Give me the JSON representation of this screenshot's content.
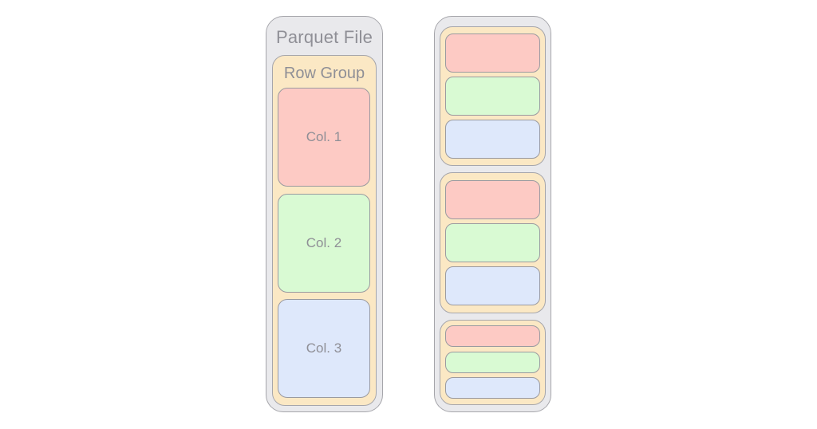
{
  "left_diagram": {
    "file_title": "Parquet File",
    "row_group_title": "Row Group",
    "columns": [
      "Col. 1",
      "Col. 2",
      "Col. 3"
    ]
  },
  "right_diagram": {
    "row_groups": 3,
    "columns_per_row_group": 3
  },
  "colors": {
    "file_background": "#e9e9ec",
    "row_group_background": "#fbe8c4",
    "col1": "#fdcac4",
    "col2": "#d9fad3",
    "col3": "#dee8fb",
    "border": "#a6a6ab",
    "text": "#8f8f96"
  }
}
